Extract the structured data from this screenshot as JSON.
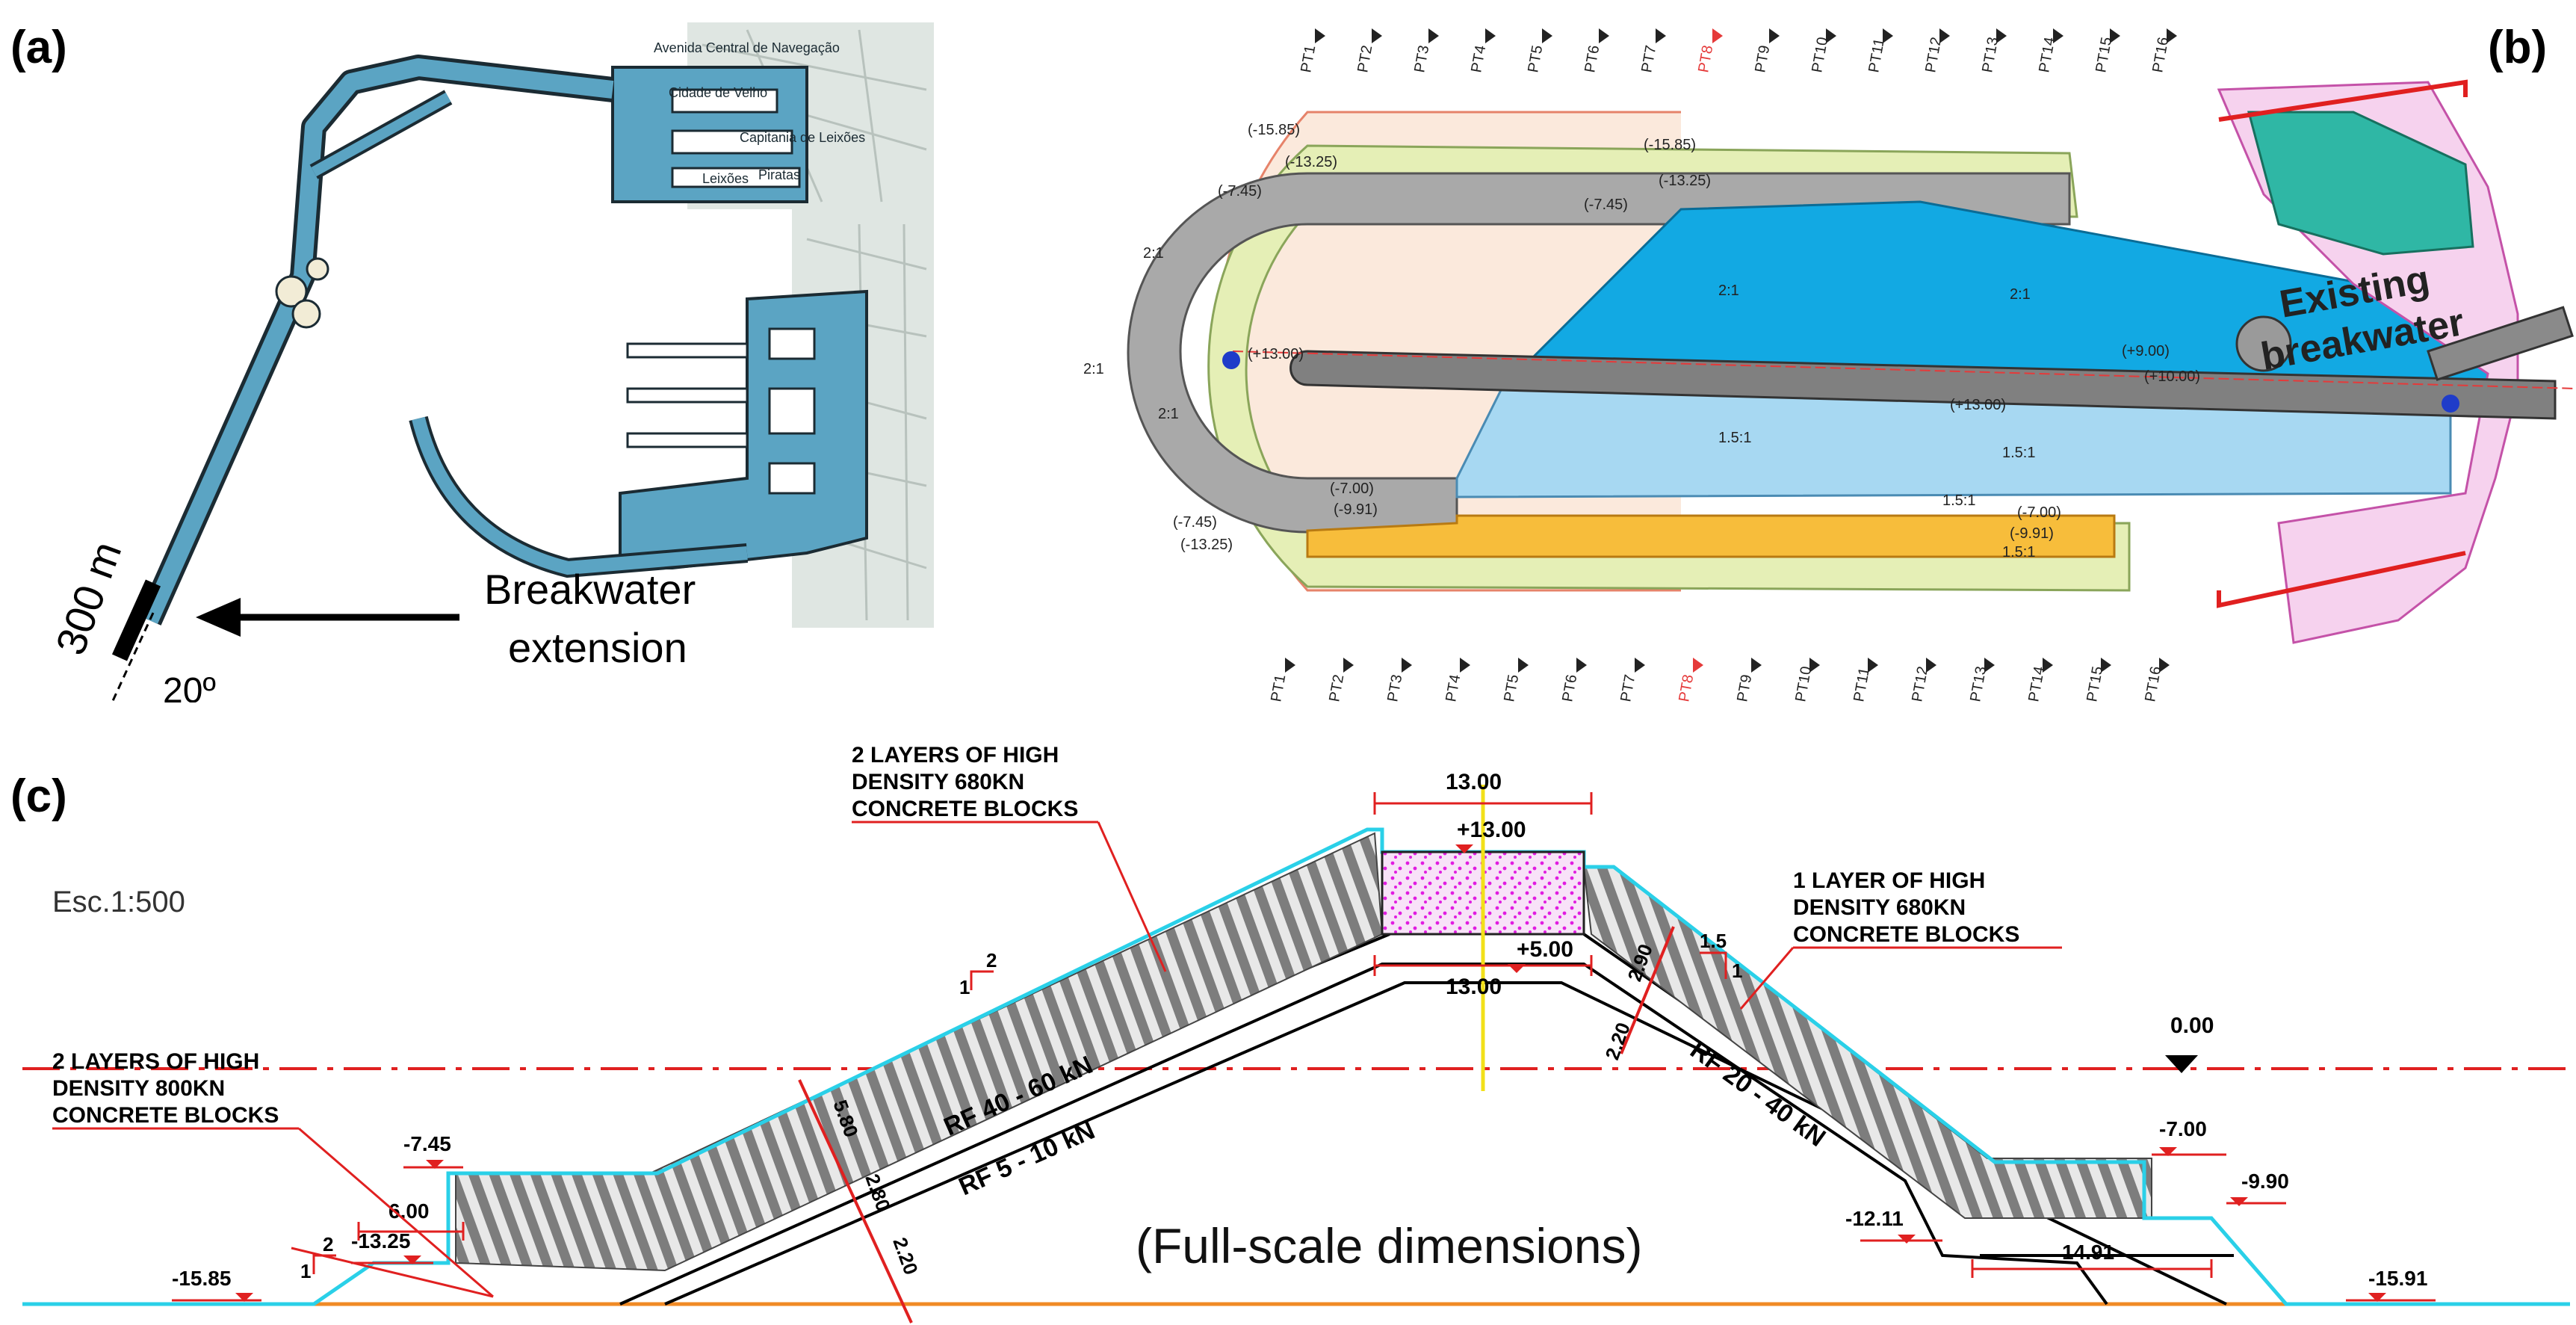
{
  "panels": {
    "a": {
      "letter": "(a)",
      "extension_length": "300 m",
      "extension_label_line1": "Breakwater",
      "extension_label_line2": "extension",
      "angle": "20º",
      "map_labels": [
        "Avenida Central de Navegação",
        "Cidade de Velho",
        "Capitania de Leixões",
        "Leixões",
        "Piratas"
      ]
    },
    "b": {
      "letter": "(b)",
      "existing_line1": "Existing",
      "existing_line2": "breakwater",
      "top_profiles": [
        "PT1",
        "PT2",
        "PT3",
        "PT4",
        "PT5",
        "PT6",
        "PT7",
        "PT8",
        "PT9",
        "PT10",
        "PT11",
        "PT12",
        "PT13",
        "PT14",
        "PT15",
        "PT16"
      ],
      "bottom_profiles": [
        "PT1",
        "PT2",
        "PT3",
        "PT4",
        "PT5",
        "PT6",
        "PT7",
        "PT8",
        "PT9",
        "PT10",
        "PT11",
        "PT12",
        "PT13",
        "PT14",
        "PT15",
        "PT16"
      ],
      "highlight_profile": "PT8",
      "elevations": [
        "(-15.85)",
        "(-15.85)",
        "(-13.25)",
        "(-13.25)",
        "(-7.45)",
        "(-7.45)",
        "(+13.00)",
        "(+13.00)",
        "(-7.00)",
        "(-7.00)",
        "(-9.91)",
        "(-9.91)",
        "(-7.45)",
        "(-13.25)",
        "(+9.00)",
        "(+10.00)"
      ],
      "slopes": [
        "2:1",
        "2:1",
        "2:1",
        "2:1",
        "1.5:1",
        "1.5:1",
        "1.5:1",
        "1.5:1",
        "2:1"
      ]
    },
    "c": {
      "letter": "(c)",
      "scale": "Esc.1:500",
      "caption": "(Full-scale dimensions)",
      "label_left_line1": "2 LAYERS OF HIGH",
      "label_left_line2": "DENSITY 800KN",
      "label_left_line3": "CONCRETE BLOCKS",
      "label_mid_line1": "2 LAYERS OF HIGH",
      "label_mid_line2": "DENSITY 680KN",
      "label_mid_line3": "CONCRETE BLOCKS",
      "label_right_line1": "1 LAYER OF HIGH",
      "label_right_line2": "DENSITY 680KN",
      "label_right_line3": "CONCRETE BLOCKS",
      "crest_width": "13.00",
      "crest_width_lower": "13.00",
      "crest_elev": "+13.00",
      "crown_base_elev": "+5.00",
      "swl": "0.00",
      "rf_left_outer": "RF 40 - 60 kN",
      "rf_left_inner": "RF 5 - 10 kN",
      "rf_right": "RF 20 - 40 kN",
      "thick_1": "5.80",
      "thick_2": "2.80",
      "thick_3": "2.20",
      "thick_r1": "2.90",
      "thick_r2": "2.20",
      "elev_m745": "-7.45",
      "berm_600": "6.00",
      "elev_m1325": "-13.25",
      "elev_m1585": "-15.85",
      "elev_m700": "-7.00",
      "elev_m990": "-9.90",
      "elev_m1211": "-12.11",
      "berm_1491": "14.91",
      "elev_m1591": "-15.91",
      "slope_l_1": "1",
      "slope_l_2": "2",
      "slope_toe_1": "1",
      "slope_toe_2": "2",
      "slope_r_15": "1.5",
      "slope_r_1": "1"
    }
  }
}
